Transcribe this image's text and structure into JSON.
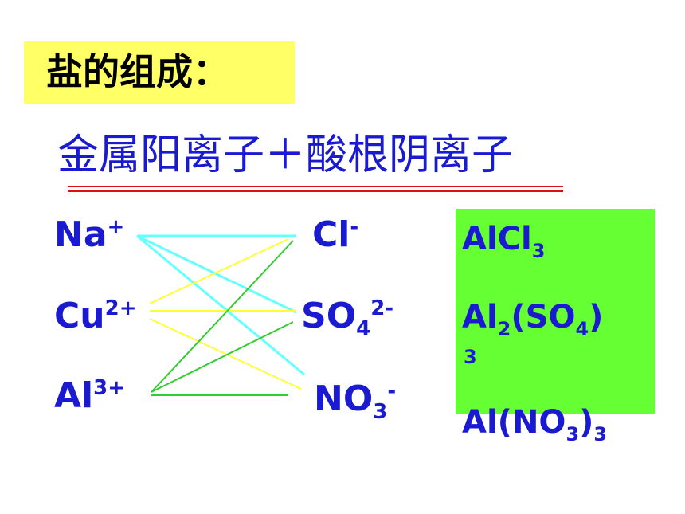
{
  "title": "盐的组成：",
  "formula": "金属阳离子＋酸根阴离子",
  "cations": [
    {
      "symbol": "Na",
      "charge": "+"
    },
    {
      "symbol": "Cu",
      "charge": "2+"
    },
    {
      "symbol": "Al",
      "charge": "3+"
    }
  ],
  "anions": [
    {
      "symbol": "Cl",
      "charge": "-"
    },
    {
      "symbol": "SO",
      "subscript": "4",
      "charge": "2-"
    },
    {
      "symbol": "NO",
      "subscript": "3",
      "charge": "-"
    }
  ],
  "salts": {
    "alcl3": {
      "a": "AlCl",
      "b": "3"
    },
    "al2so43": {
      "a": "Al",
      "b": "2",
      "c": "(SO",
      "d": "4",
      "e": ")",
      "f": "3"
    },
    "alno33": {
      "a": "Al(NO",
      "b": "3",
      "c": ")",
      "d": "3"
    }
  },
  "colors": {
    "title_bg": "#ffff66",
    "text_blue": "#1a1ad0",
    "underline_red": "#e01010",
    "salt_bg": "#66ff33",
    "na_lines": "#66ffff",
    "cu_lines": "#ffff33",
    "al_lines": "#33cc33"
  }
}
